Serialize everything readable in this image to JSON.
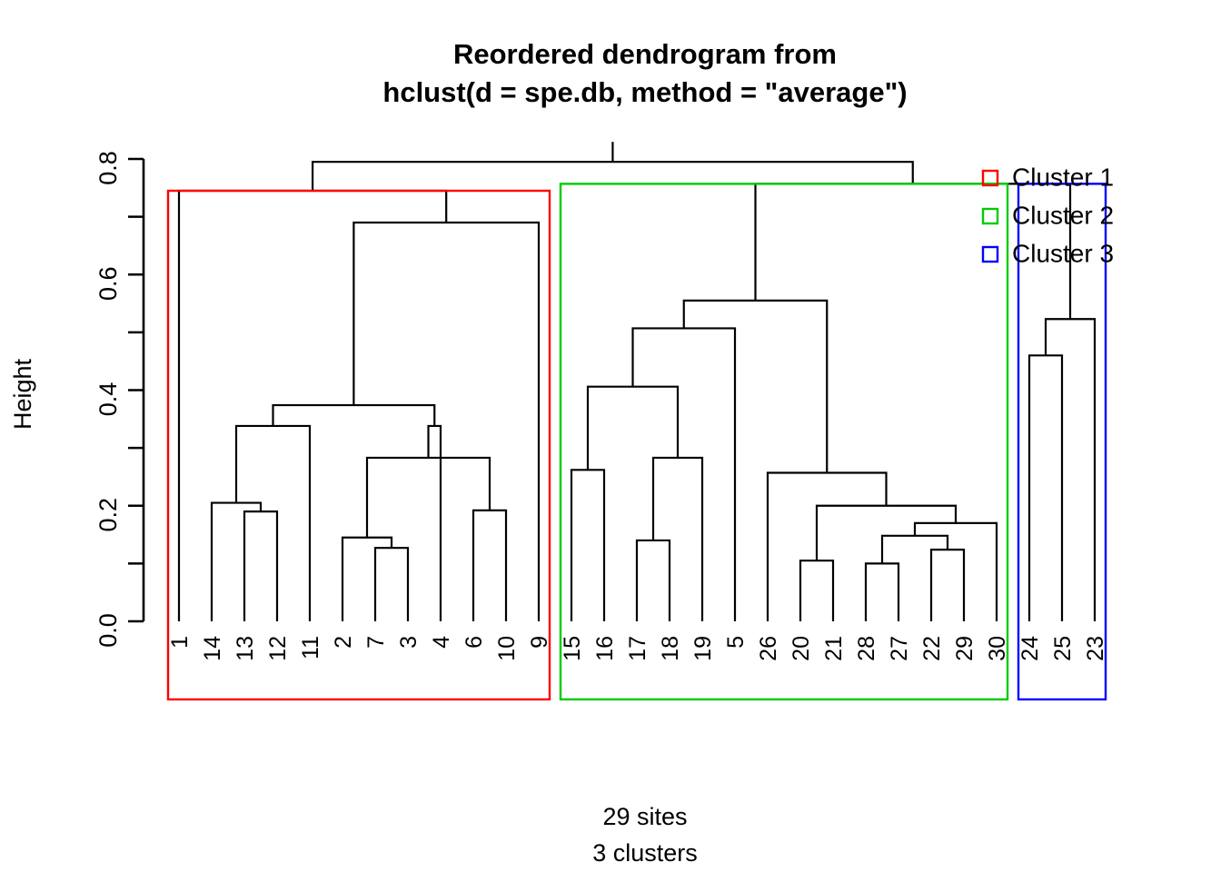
{
  "plot": {
    "title_line1": "Reordered dendrogram from",
    "title_line2": "hclust(d = spe.db, method = \"average\")",
    "ylabel": "Height",
    "footer_line1": "29 sites",
    "footer_line2": "3 clusters"
  },
  "legend": {
    "items": [
      {
        "label": "Cluster 1",
        "color": "#FF0000",
        "name": "legend-cluster-1"
      },
      {
        "label": "Cluster 2",
        "color": "#00CC00",
        "name": "legend-cluster-2"
      },
      {
        "label": "Cluster 3",
        "color": "#0000FF",
        "name": "legend-cluster-3"
      }
    ]
  },
  "chart_data": {
    "type": "dendrogram",
    "title": "Reordered dendrogram from hclust(d = spe.db, method = \"average\")",
    "xlabel": "",
    "ylabel": "Height",
    "ylim": [
      0.0,
      0.8
    ],
    "yticks": [
      0.0,
      0.2,
      0.4,
      0.6,
      0.8
    ],
    "ytick_labels": [
      "0.0",
      "0.2",
      "0.4",
      "0.6",
      "0.8"
    ],
    "yminor_ticks": [
      0.1,
      0.3,
      0.5,
      0.7
    ],
    "grid": false,
    "n_sites": 29,
    "n_clusters": 3,
    "linkage_method": "average",
    "distance": "spe.db",
    "leaf_order": [
      "1",
      "14",
      "13",
      "12",
      "11",
      "2",
      "7",
      "3",
      "4",
      "6",
      "10",
      "9",
      "15",
      "16",
      "17",
      "18",
      "19",
      "5",
      "26",
      "20",
      "21",
      "28",
      "27",
      "22",
      "29",
      "30",
      "24",
      "25",
      "23"
    ],
    "cluster_assignment": [
      1,
      1,
      1,
      1,
      1,
      1,
      1,
      1,
      1,
      1,
      1,
      1,
      2,
      2,
      2,
      2,
      2,
      2,
      2,
      2,
      2,
      2,
      2,
      2,
      2,
      2,
      3,
      3,
      3
    ],
    "cluster_boxes": [
      {
        "cluster": 1,
        "color": "#FF0000",
        "leaf_from": 0,
        "leaf_to": 11,
        "height": 0.745
      },
      {
        "cluster": 2,
        "color": "#00CC00",
        "leaf_from": 12,
        "leaf_to": 25,
        "height": 0.757
      },
      {
        "cluster": 3,
        "color": "#0000FF",
        "leaf_from": 26,
        "leaf_to": 28,
        "height": 0.757
      }
    ],
    "merges": [
      {
        "id": "m1",
        "left": "13",
        "right": "12",
        "height": 0.19
      },
      {
        "id": "m2",
        "left": "14",
        "right": "m1",
        "height": 0.205
      },
      {
        "id": "m3",
        "left": "m2",
        "right": "11",
        "height": 0.338
      },
      {
        "id": "m4",
        "left": "7",
        "right": "3",
        "height": 0.127
      },
      {
        "id": "m5",
        "left": "2",
        "right": "m4",
        "height": 0.145
      },
      {
        "id": "m6",
        "left": "6",
        "right": "10",
        "height": 0.192
      },
      {
        "id": "m7",
        "left": "m5",
        "right": "m6",
        "height": 0.283
      },
      {
        "id": "m8",
        "left": "4",
        "right": "m7",
        "height": 0.338
      },
      {
        "id": "m9",
        "left": "m3",
        "right": "m8",
        "height": 0.374
      },
      {
        "id": "m10",
        "left": "m9",
        "right": "9",
        "height": 0.69
      },
      {
        "id": "m11",
        "left": "1",
        "right": "m10",
        "height": 0.745
      },
      {
        "id": "m12",
        "left": "17",
        "right": "18",
        "height": 0.14
      },
      {
        "id": "m13",
        "left": "m12",
        "right": "19",
        "height": 0.283
      },
      {
        "id": "m14",
        "left": "15",
        "right": "16",
        "height": 0.262
      },
      {
        "id": "m15",
        "left": "m14",
        "right": "m13",
        "height": 0.406
      },
      {
        "id": "m16",
        "left": "m15",
        "right": "5",
        "height": 0.507
      },
      {
        "id": "m17",
        "left": "20",
        "right": "21",
        "height": 0.105
      },
      {
        "id": "m18",
        "left": "28",
        "right": "27",
        "height": 0.1
      },
      {
        "id": "m19",
        "left": "22",
        "right": "29",
        "height": 0.124
      },
      {
        "id": "m20",
        "left": "m18",
        "right": "m19",
        "height": 0.148
      },
      {
        "id": "m21",
        "left": "m20",
        "right": "30",
        "height": 0.17
      },
      {
        "id": "m22",
        "left": "m17",
        "right": "m21",
        "height": 0.2
      },
      {
        "id": "m23",
        "left": "26",
        "right": "m22",
        "height": 0.257
      },
      {
        "id": "m24",
        "left": "m16",
        "right": "m23",
        "height": 0.555
      },
      {
        "id": "m25",
        "left": "24",
        "right": "25",
        "height": 0.46
      },
      {
        "id": "m26",
        "left": "m25",
        "right": "23",
        "height": 0.523
      },
      {
        "id": "m27",
        "left": "m24",
        "right": "m26",
        "height": 0.757
      },
      {
        "id": "m28",
        "left": "m11",
        "right": "m27",
        "height": 0.795
      }
    ]
  }
}
